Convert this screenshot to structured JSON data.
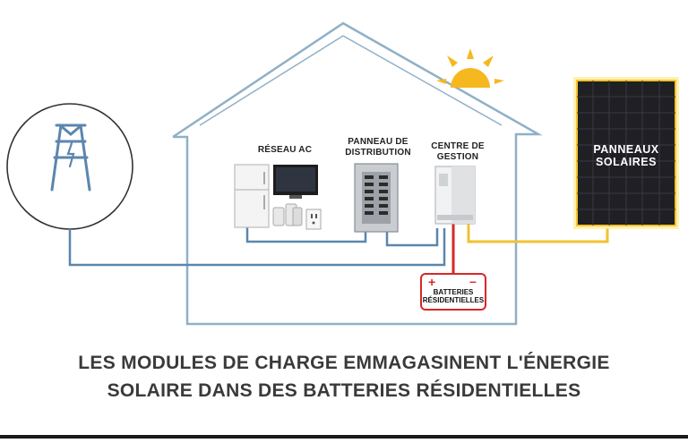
{
  "labels": {
    "reseau_ac": "RÉSEAU AC",
    "panneau_distribution": [
      "PANNEAU DE",
      "DISTRIBUTION"
    ],
    "centre_gestion": [
      "CENTRE DE",
      "GESTION"
    ],
    "panneaux_solaires": [
      "PANNEAUX",
      "SOLAIRES"
    ],
    "batteries": [
      "BATTERIES",
      "RÉSIDENTIELLES"
    ],
    "plus": "+",
    "minus": "–"
  },
  "caption": {
    "line1": "LES MODULES DE CHARGE EMMAGASINENT L'ÉNERGIE",
    "line2": "SOLAIRE DANS DES BATTERIES RÉSIDENTIELLES"
  },
  "colors": {
    "house_outline": "#8fb0c8",
    "grid_wire": "#5b86ad",
    "battery_wire": "#d62828",
    "solar_wire": "#f2c230",
    "sun": "#f5b81e",
    "panel": "#1f1f24",
    "caption_text": "#3a3a3a"
  },
  "icons": {
    "pylon": "power-pylon-icon",
    "sun": "sun-icon",
    "fridge": "fridge-icon",
    "tv": "tv-icon",
    "outlet": "outlet-icon",
    "breaker_panel": "breaker-panel-icon",
    "inverter": "inverter-icon"
  }
}
